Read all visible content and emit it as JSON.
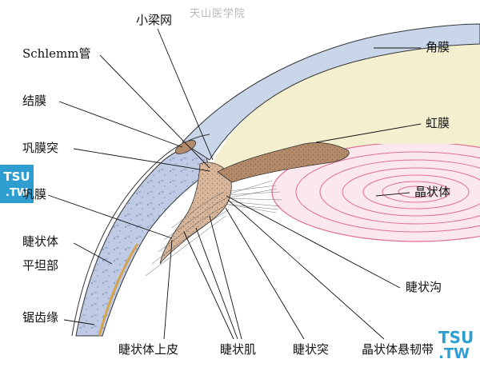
{
  "watermark": {
    "top_text": "天山医学院",
    "badge_left": {
      "line1": "TSU",
      "line2": ".TW"
    },
    "badge_right": {
      "line1": "TSU",
      "line2": ".TW"
    }
  },
  "labels": {
    "trabecular_meshwork": "小梁网",
    "schlemm_canal": "Schlemm管",
    "conjunctiva": "结膜",
    "scleral_spur": "巩膜突",
    "sclera": "巩膜",
    "pars_plana_line1": "睫状体",
    "pars_plana_line2": "平坦部",
    "ora_serrata": "锯齿缘",
    "cornea": "角膜",
    "iris": "虹膜",
    "lens": "晶状体",
    "ciliary_sulcus": "睫状沟",
    "ciliary_epithelium": "睫状体上皮",
    "ciliary_muscle": "睫状肌",
    "ciliary_process": "睫状突",
    "zonule": "晶状体悬韧带"
  },
  "colors": {
    "cornea": "#c9d6ea",
    "sclera": "#bfcbe4",
    "anterior_chamber": "#f3efcf",
    "iris": "#b38b6a",
    "lens_ring": "#e06f8a",
    "lens_fill": "#fbe8ee",
    "ciliary_body": "#d8b79c",
    "badge": "#2e9ed1"
  }
}
